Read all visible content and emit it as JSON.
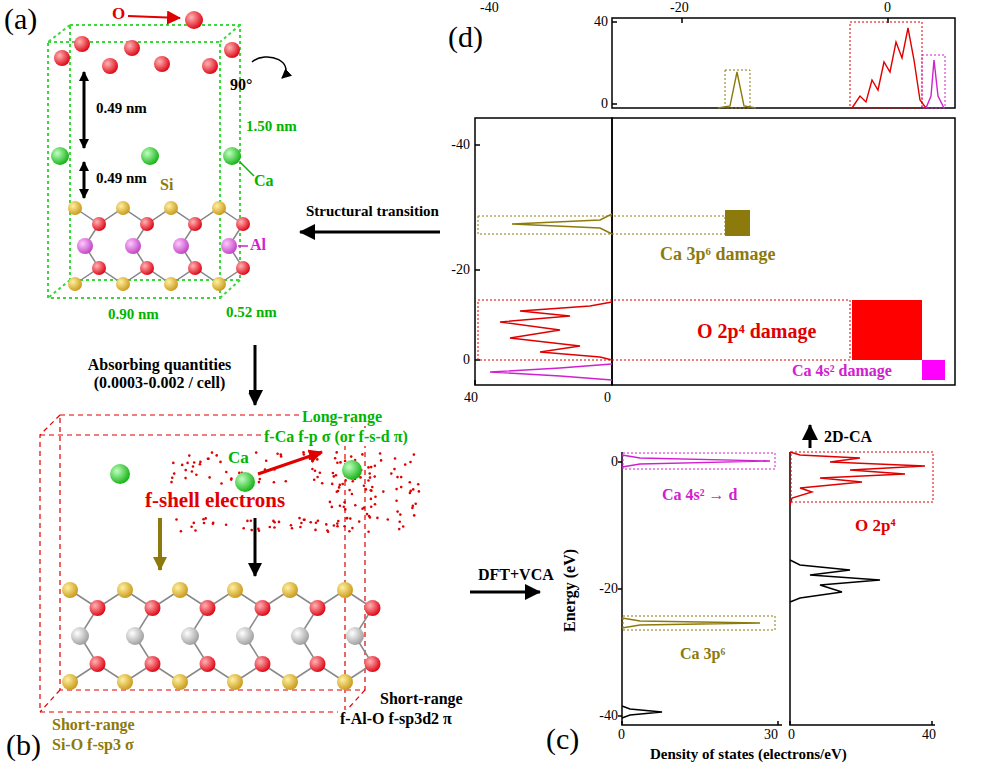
{
  "diagram": {
    "nodes": [
      {
        "text": [
          "(a)",
          "O",
          "90°",
          "0.49 nm",
          "0.49 nm",
          "1.50 nm",
          "Ca",
          "Si",
          "Al",
          "0.90 nm",
          "0.52 nm"
        ]
      },
      {
        "text": [
          "(d)",
          "-40",
          "-20",
          "0",
          "40",
          "0",
          "-40",
          "-20",
          "0",
          "40",
          "0",
          "Ca 3p⁶ damage",
          "O 2p⁴ damage",
          "Ca 4s² damage"
        ]
      },
      {
        "text": [
          "Long-range",
          "f-Ca f-p σ (or f-s-d π)",
          "Ca",
          "f-shell electrons",
          "Short-range",
          "Si-O f-sp3 σ",
          "Short-range",
          "f-Al-O f-sp3d2 π",
          "(b)"
        ]
      },
      {
        "text": [
          "Ca 4s² → d",
          "O 2p⁴",
          "Ca 3p⁶",
          "Energy (eV)",
          "Density of states (electrons/eV)",
          "(c)",
          "0",
          "-20",
          "-40",
          "0",
          "30",
          "0",
          "40"
        ]
      }
    ],
    "edges": [
      {
        "from": 1,
        "to": 0,
        "label": "Structural transition",
        "arrow": "to"
      },
      {
        "from": 0,
        "to": 2,
        "label": "Absorbing quantities (0.0003-0.002 / cell)",
        "arrow": "to"
      },
      {
        "from": 2,
        "to": 3,
        "label": "DFT+VCA",
        "arrow": "to"
      },
      {
        "from": 3,
        "to": 1,
        "label": "2D-CA",
        "arrow": "to"
      }
    ]
  }
}
